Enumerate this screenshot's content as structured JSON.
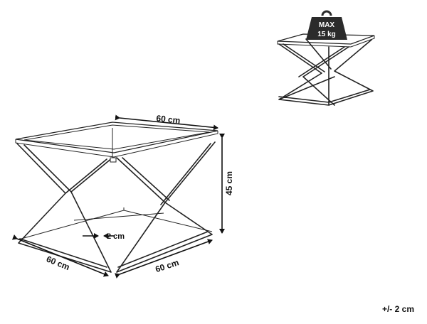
{
  "dimensions": {
    "top_width": "60 cm",
    "height": "45 cm",
    "base_left": "60 cm",
    "base_right": "60 cm",
    "frame_thickness": "2 cm"
  },
  "max_load": {
    "label": "MAX",
    "weight": "15 kg"
  },
  "tolerance": "+/- 2 cm",
  "colors": {
    "line": "#222222",
    "weight_fill": "#2b2b2b",
    "background": "#ffffff"
  },
  "icons": [
    "weight-icon",
    "dimension-arrow-icon"
  ]
}
